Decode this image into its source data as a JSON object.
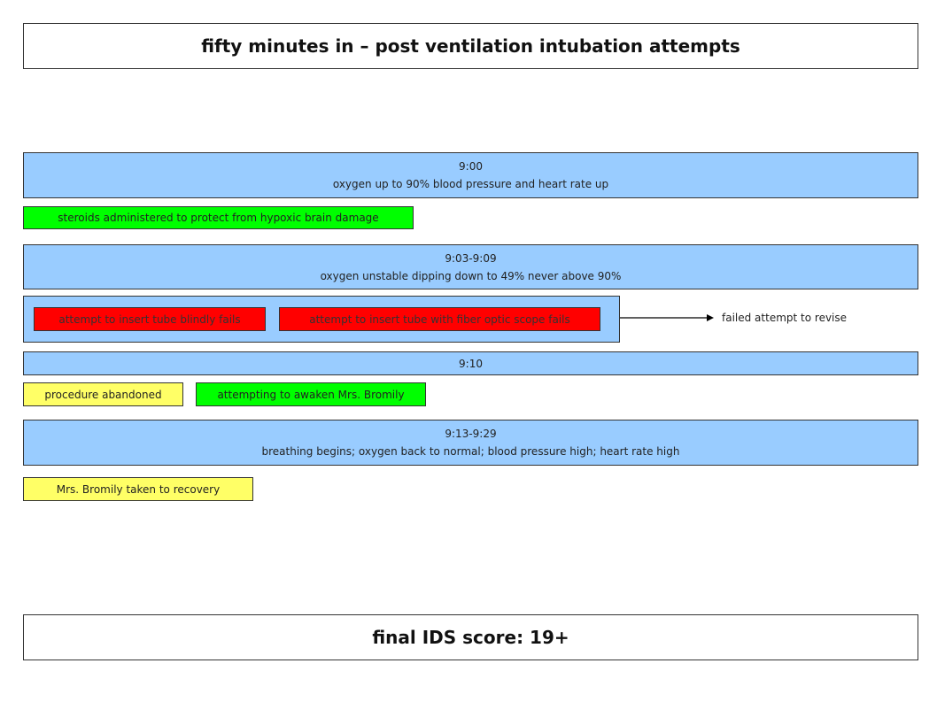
{
  "title": "fifty minutes in – post ventilation intubation attempts",
  "events": [
    {
      "time": "9:00",
      "text": "oxygen up to 90% blood pressure and heart rate up"
    },
    {
      "time": "9:03-9:09",
      "text": "oxygen unstable dipping down to 49% never above 90%"
    },
    {
      "time": "9:10"
    },
    {
      "time": "9:13-9:29",
      "text": "breathing begins; oxygen back to normal; blood pressure high; heart rate high"
    }
  ],
  "actions": {
    "steroids": "steroids administered to protect from hypoxic brain damage",
    "blind_attempt": "attempt to insert tube blindly fails",
    "scope_attempt": "attempt to insert tube with fiber optic scope fails",
    "abandoned": "procedure abandoned",
    "awaken": "attempting to awaken Mrs. Bromily",
    "recovery": "Mrs. Bromily taken to recovery"
  },
  "annotation": "failed attempt to revise",
  "final_score": "final IDS score: 19+",
  "colors": {
    "event": "#99ccff",
    "action_green": "#00ff00",
    "action_red": "#ff0000",
    "action_yellow": "#ffff66"
  }
}
